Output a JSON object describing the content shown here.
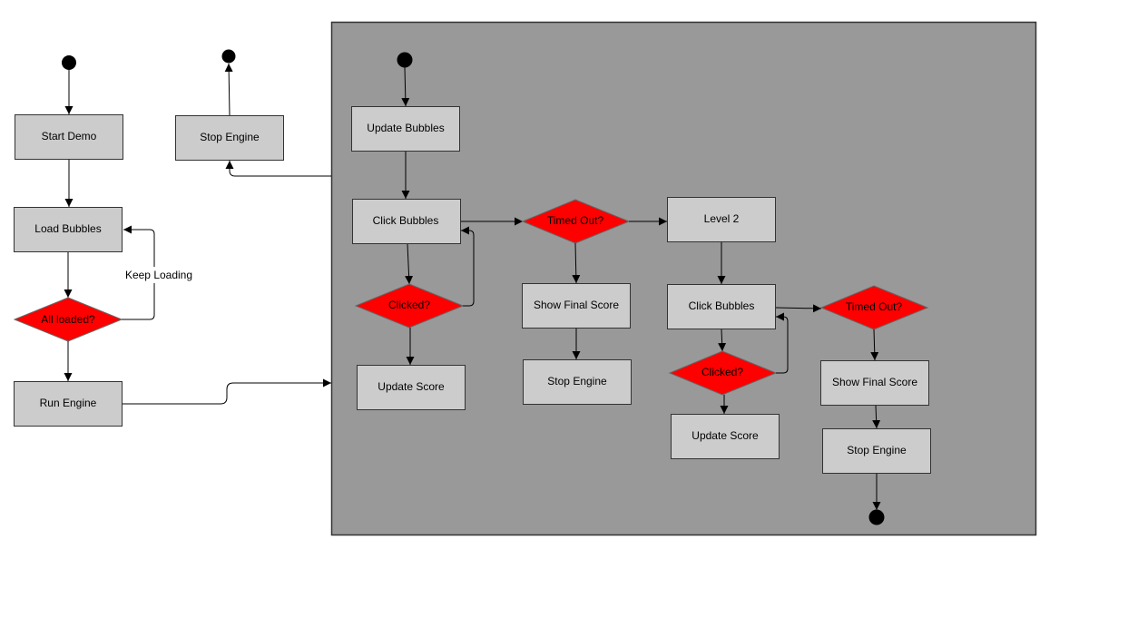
{
  "colors": {
    "container_fill": "#999999",
    "box_fill": "#cccccc",
    "decision_fill": "#ff0000",
    "edge": "#000000"
  },
  "outer": {
    "start_demo": "Start Demo",
    "load_bubbles": "Load Bubbles",
    "all_loaded": "All loaded?",
    "keep_loading": "Keep Loading",
    "run_engine": "Run Engine",
    "stop_engine": "Stop Engine"
  },
  "engine": {
    "update_bubbles": "Update Bubbles",
    "click_bubbles": "Click Bubbles",
    "clicked": "Clicked?",
    "update_score": "Update Score",
    "timed_out": "Timed Out?",
    "show_final_score": "Show Final Score",
    "stop_engine": "Stop Engine",
    "level2": {
      "title": "Level 2",
      "click_bubbles": "Click Bubbles",
      "clicked": "Clicked?",
      "update_score": "Update Score",
      "timed_out": "Timed Out?",
      "show_final_score": "Show Final Score",
      "stop_engine": "Stop Engine"
    }
  }
}
